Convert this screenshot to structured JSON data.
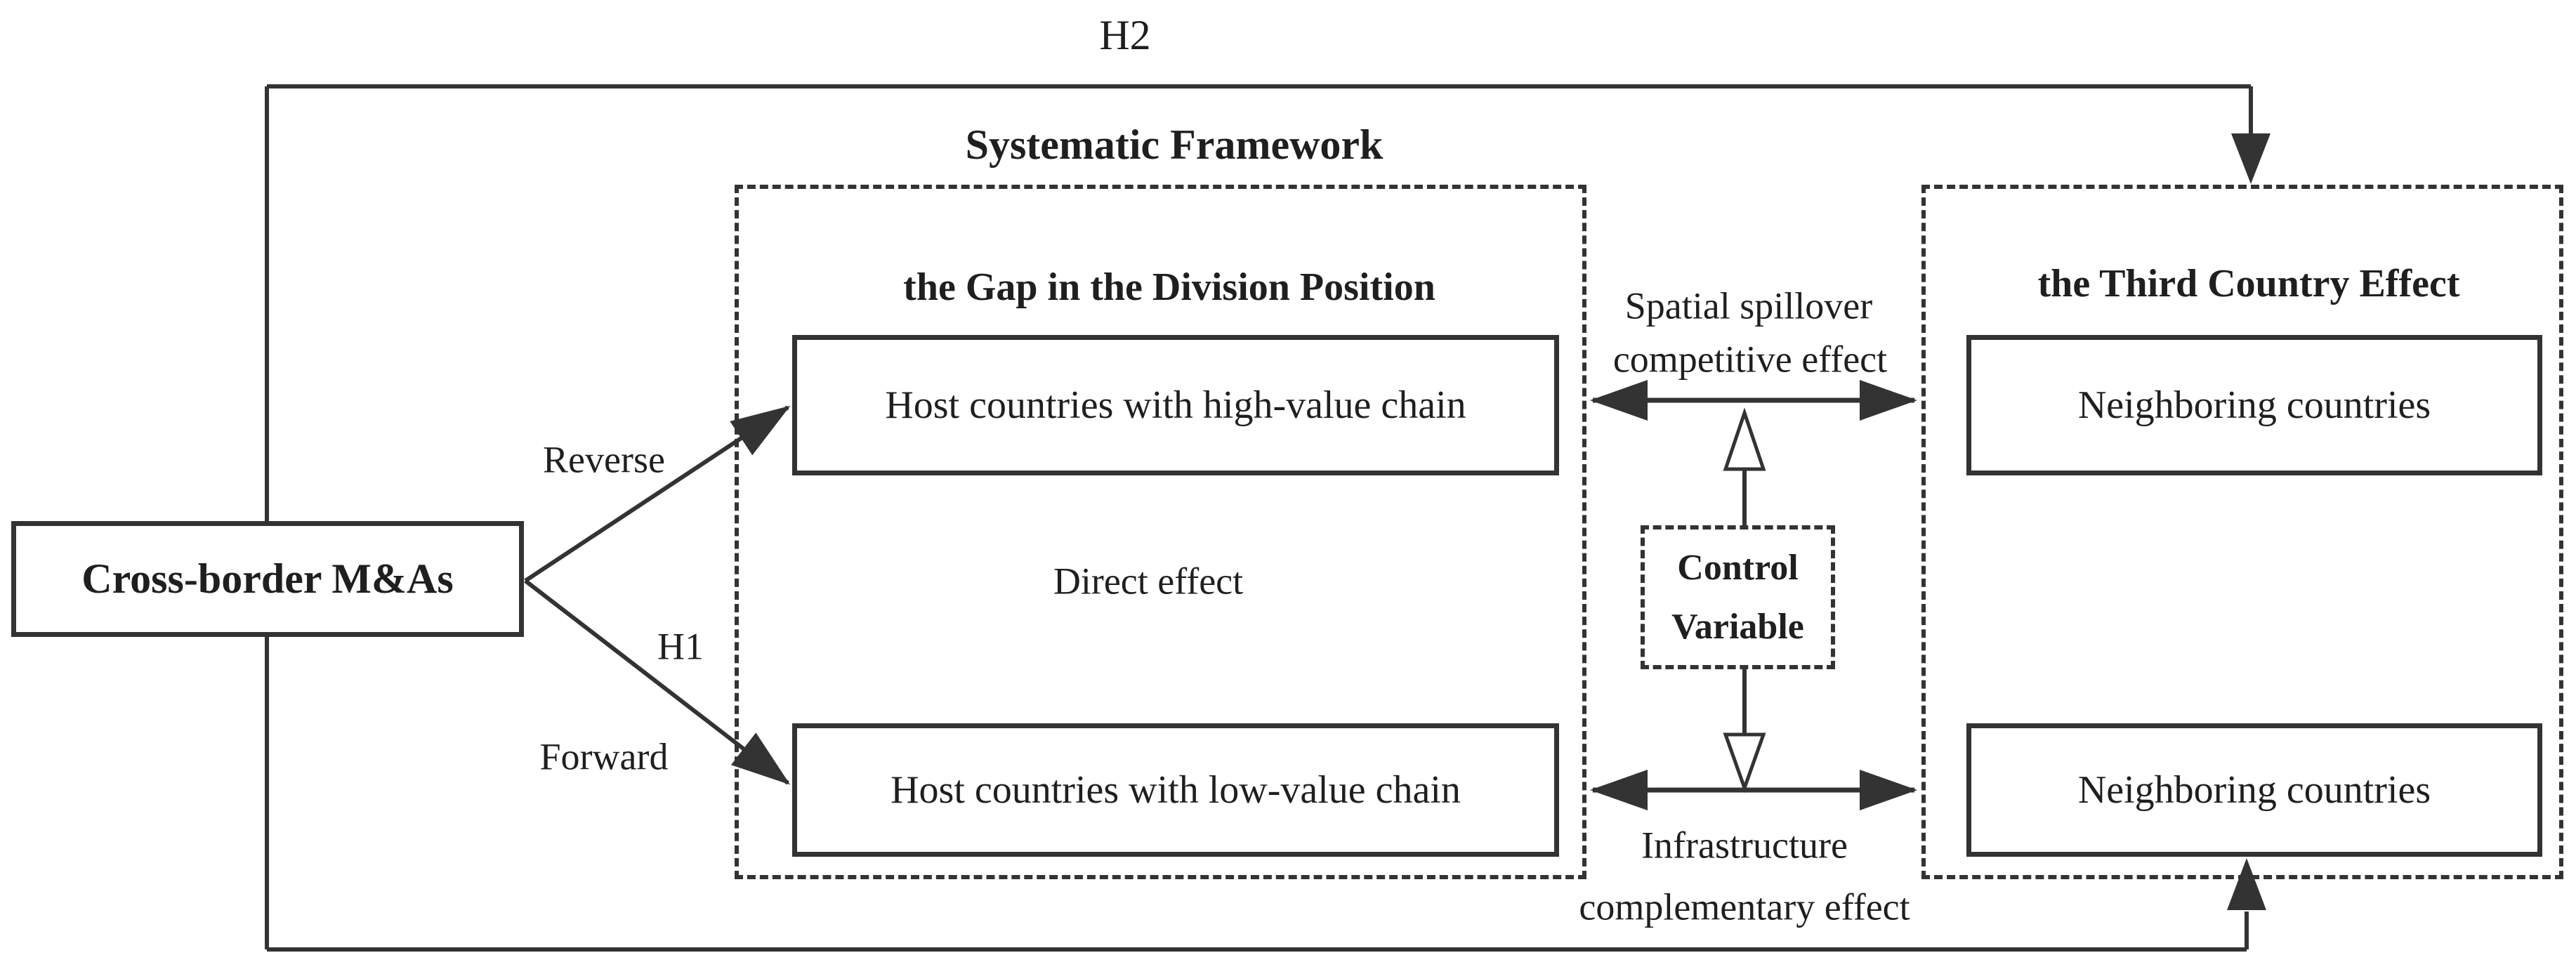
{
  "figure": {
    "type": "conceptual-framework-diagram",
    "h2_label": "H2",
    "framework_title": "Systematic Framework",
    "source_box_label": "Cross-border M&As",
    "arrow_labels": {
      "reverse": "Reverse",
      "h1": "H1",
      "forward": "Forward",
      "direct_effect": "Direct effect"
    },
    "gap_panel": {
      "title": "the Gap in the Division Position",
      "high_box": "Host countries with high-value chain",
      "low_box": "Host countries with low-value chain"
    },
    "third_country_panel": {
      "title": "the Third Country Effect",
      "upper_box": "Neighboring countries",
      "lower_box": "Neighboring countries"
    },
    "center_labels": {
      "spatial_line1": "Spatial spillover",
      "spatial_line2": "competitive effect",
      "control_line1": "Control",
      "control_line2": "Variable",
      "infra_line1": "Infrastructure",
      "infra_line2": "complementary effect"
    },
    "colors": {
      "line": "#333333",
      "text": "#1f1f1f",
      "background": "#ffffff"
    }
  }
}
